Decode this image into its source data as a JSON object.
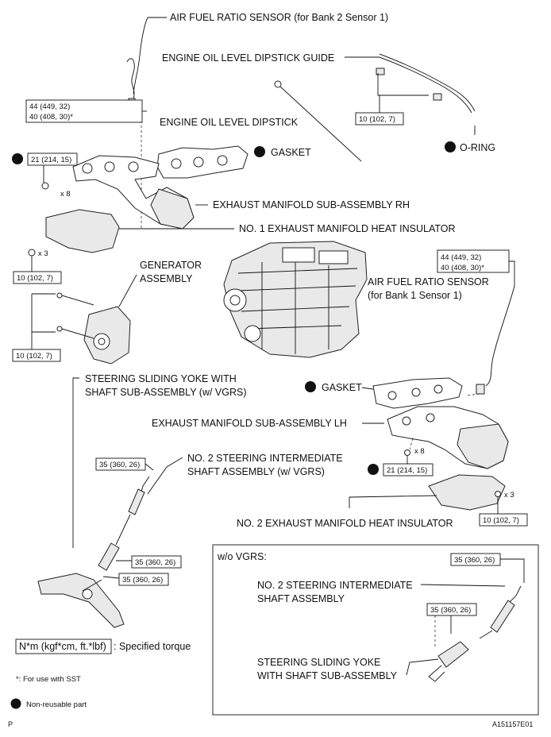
{
  "labels": {
    "af_sensor_b2": "AIR FUEL RATIO SENSOR (for Bank 2 Sensor 1)",
    "dipstick_guide": "ENGINE OIL LEVEL DIPSTICK GUIDE",
    "dipstick": "ENGINE OIL LEVEL DIPSTICK",
    "gasket_rh": "GASKET",
    "oring": "O-RING",
    "manifold_rh": "EXHAUST MANIFOLD SUB-ASSEMBLY RH",
    "insulator_1": "NO. 1 EXHAUST MANIFOLD HEAT INSULATOR",
    "generator_l1": "GENERATOR",
    "generator_l2": "ASSEMBLY",
    "af_sensor_b1_l1": "AIR FUEL RATIO SENSOR",
    "af_sensor_b1_l2": "(for Bank 1 Sensor 1)",
    "yoke_l1": "STEERING SLIDING YOKE WITH",
    "yoke_l2": "SHAFT SUB-ASSEMBLY (w/ VGRS)",
    "gasket_lh": "GASKET",
    "manifold_lh": "EXHAUST MANIFOLD SUB-ASSEMBLY LH",
    "int_shaft_l1": "NO. 2 STEERING INTERMEDIATE",
    "int_shaft_l2": "SHAFT ASSEMBLY (w/ VGRS)",
    "insulator_2": "NO. 2 EXHAUST MANIFOLD HEAT INSULATOR"
  },
  "torques": {
    "af_b2_l1": "44 (449, 32)",
    "af_b2_l2": "40 (408, 30)*",
    "guide_bolt": "10 (102, 7)",
    "manifold_rh_nut": "21 (214, 15)",
    "insulator_1_bolt": "10 (102, 7)",
    "generator_bolt": "10 (102, 7)",
    "af_b1_l1": "44 (449, 32)",
    "af_b1_l2": "40 (408, 30)*",
    "manifold_lh_nut": "21 (214, 15)",
    "insulator_2_bolt": "10 (102, 7)",
    "yoke_top": "35 (360, 26)",
    "yoke_mid": "35 (360, 26)",
    "yoke_low": "35 (360, 26)",
    "wo_top": "35 (360, 26)",
    "wo_low": "35 (360, 26)"
  },
  "counts": {
    "rh_nuts": "x 8",
    "ins1_bolts": "x 3",
    "lh_nuts": "x 8",
    "ins2_bolts": "x 3"
  },
  "inset": {
    "title": "w/o VGRS:",
    "int_l1": "NO. 2 STEERING INTERMEDIATE",
    "int_l2": "SHAFT ASSEMBLY",
    "yoke_l1": "STEERING SLIDING YOKE",
    "yoke_l2": "WITH SHAFT SUB-ASSEMBLY"
  },
  "legend": {
    "torque_unit": "N*m (kgf*cm, ft.*lbf)",
    "torque_desc": ": Specified torque",
    "sst_note": "*: For use with SST",
    "nonreusable": "Non-reusable part"
  },
  "corner": {
    "left": "P",
    "right": "A151157E01"
  }
}
